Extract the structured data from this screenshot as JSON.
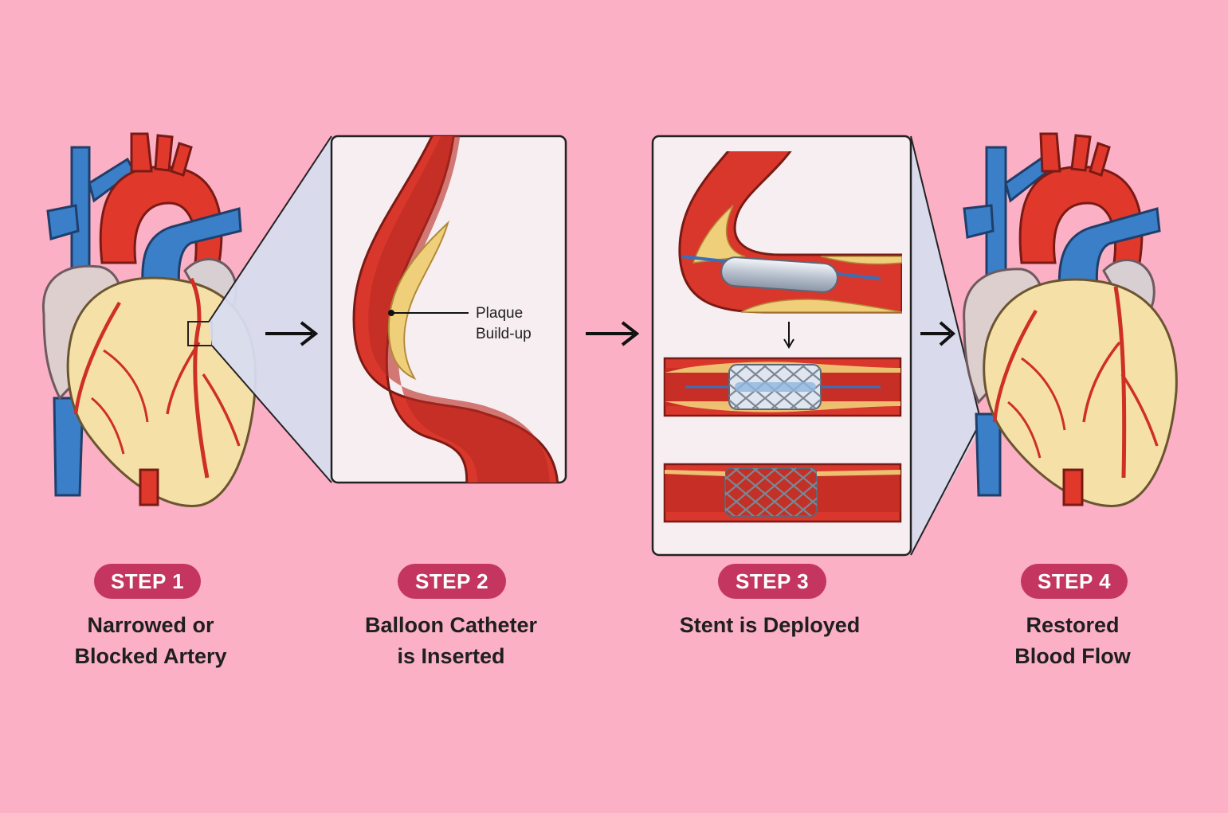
{
  "colors": {
    "background": "#fbb0c6",
    "badge": "#c4365f",
    "artery_red": "#d9372c",
    "vein_blue": "#3a7fc8",
    "plaque": "#f0cf7a",
    "heart_muscle": "#f5e1a8",
    "panel_bg": "#f7eef1",
    "zoom_wedge": "#d8dcef"
  },
  "icons": {
    "arrow": "arrow-right-icon",
    "heart": "heart-illustration",
    "down_arrow": "arrow-down-icon"
  },
  "plaque_label": {
    "line1": "Plaque",
    "line2": "Build-up"
  },
  "steps": [
    {
      "badge": "STEP 1",
      "line1": "Narrowed or",
      "line2": "Blocked Artery"
    },
    {
      "badge": "STEP 2",
      "line1": "Balloon Catheter",
      "line2": "is Inserted"
    },
    {
      "badge": "STEP 3",
      "line1": "Stent is Deployed",
      "line2": ""
    },
    {
      "badge": "STEP 4",
      "line1": "Restored",
      "line2": "Blood Flow"
    }
  ]
}
